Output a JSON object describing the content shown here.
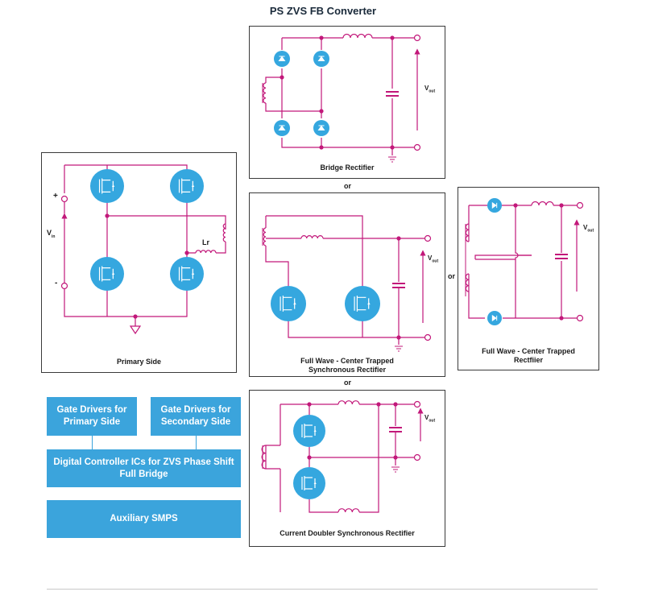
{
  "title": "PS ZVS FB Converter",
  "captions": {
    "bridge": "Bridge Rectifier",
    "primary": "Primary Side",
    "fw_sync_l1": "Full Wave - Center Trapped",
    "fw_sync_l2": "Synchronous Rectifier",
    "fw_ct_l1": "Full Wave - Center Trapped",
    "fw_ct_l2": "Rectfiier",
    "doubler": "Current Doubler Synchronous Rectifier"
  },
  "or_labels": [
    "or",
    "or",
    "or"
  ],
  "blocks": {
    "gate_primary": "Gate Drivers for Primary Side",
    "gate_secondary": "Gate Drivers for Secondary Side",
    "controller": "Digital Controller ICs for ZVS Phase Shift Full Bridge",
    "aux": "Auxiliary SMPS"
  },
  "labels": {
    "vin": "V",
    "vin_sub": "in",
    "plus": "+",
    "minus": "-",
    "lr": "Lr",
    "vout": "V",
    "vout_sub": "out"
  },
  "colors": {
    "wire": "#c2187a",
    "device": "#35a7df",
    "block": "#3ba4dc",
    "border": "#3a3a3a"
  }
}
